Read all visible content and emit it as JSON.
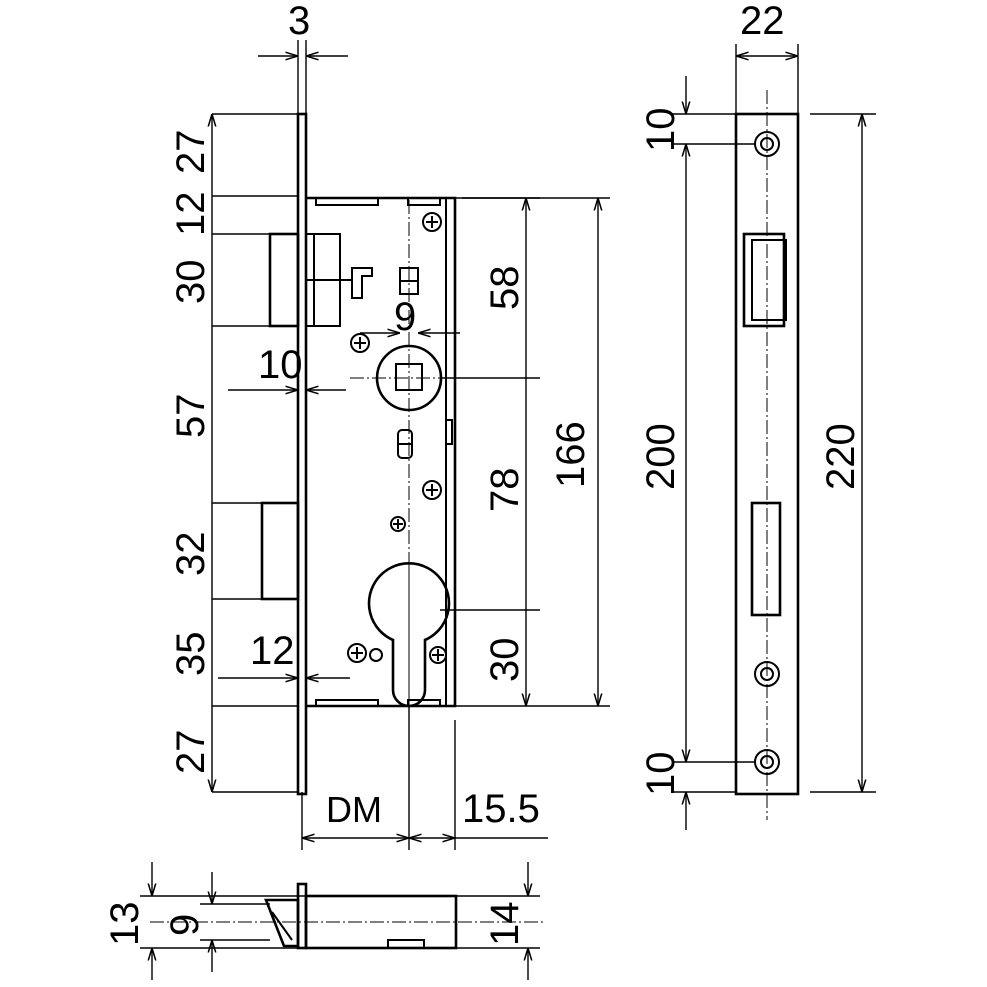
{
  "drawing": {
    "colors": {
      "line": "#000000",
      "background": "#ffffff"
    },
    "dimensions": {
      "faceplate_thickness": "3",
      "top_27": "27",
      "d12": "12",
      "latch_30": "30",
      "d57": "57",
      "d32": "32",
      "d35": "35",
      "bottom_27": "27",
      "handle_offset_10": "10",
      "cyl_offset_12": "12",
      "d9": "9",
      "d58": "58",
      "d78": "78",
      "cyl_30": "30",
      "body_166": "166",
      "backset": "DM",
      "d15_5": "15.5",
      "plate_width_22": "22",
      "plate_top_10": "10",
      "plate_bottom_10": "10",
      "plate_200": "200",
      "plate_220": "220",
      "latch_13": "13",
      "latch_9": "9",
      "latch_14": "14"
    }
  }
}
